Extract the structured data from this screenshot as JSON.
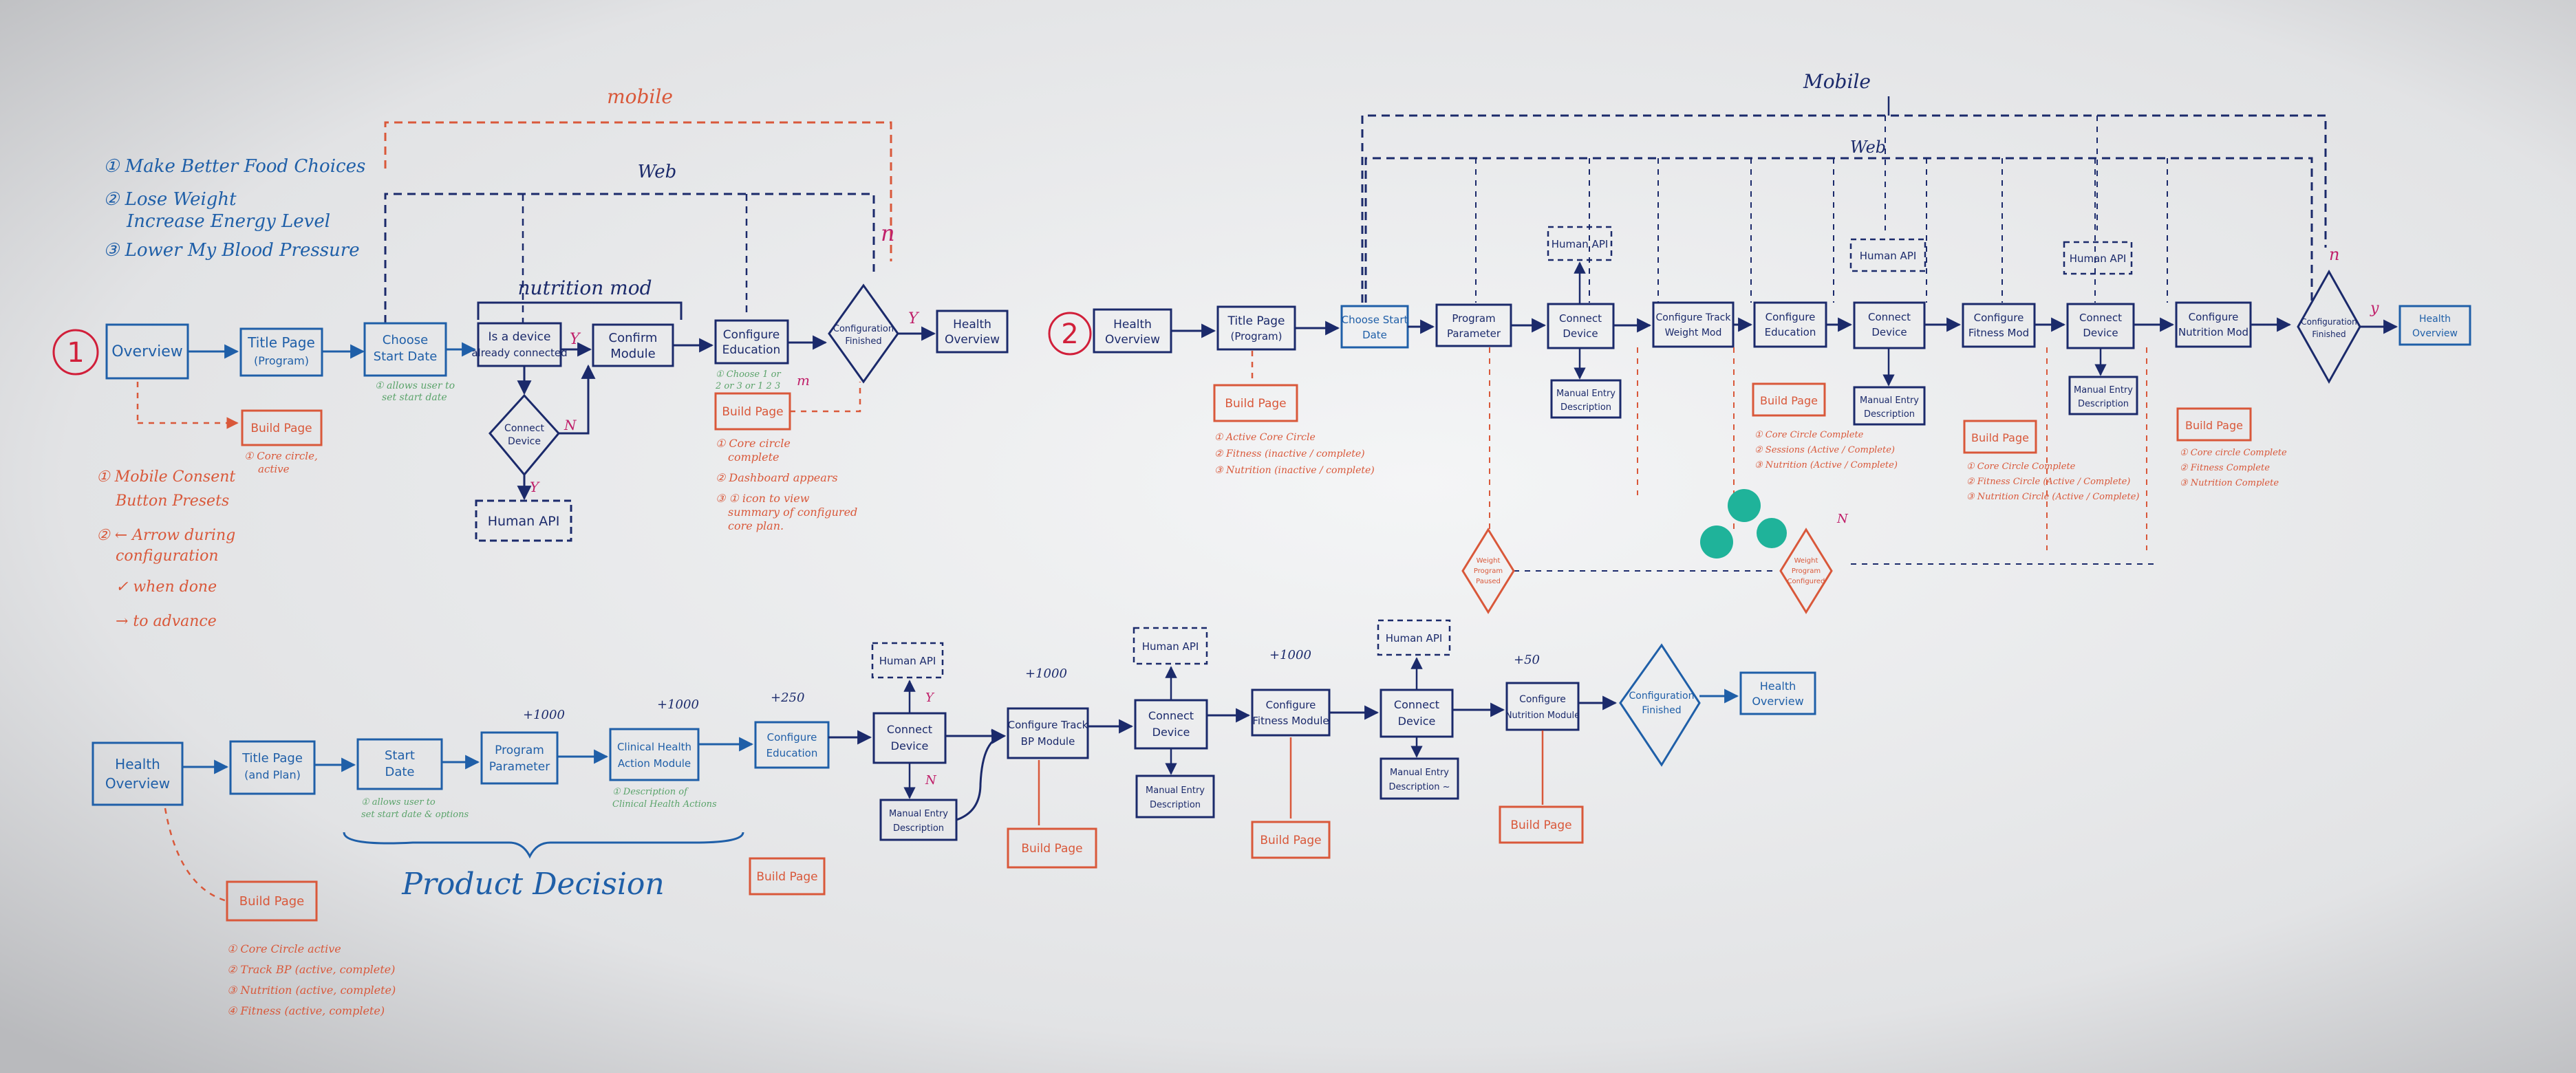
{
  "colors": {
    "blue": "#1f5fa8",
    "navy": "#1b2a6b",
    "red": "#d9583a",
    "magenta": "#c0206a",
    "green": "#5aa36a",
    "teal": "#1fb39a"
  },
  "goals": [
    "① Make Better Food Choices",
    "② Lose Weight",
    "Increase Energy Level",
    "③ Lower My Blood Pressure"
  ],
  "mobile_notes": [
    "① Mobile Consent",
    "Button Presets",
    "② ← Arrow during",
    "configuration",
    "✓ when done",
    "→ to advance"
  ],
  "flow1": {
    "number": "1",
    "mobile_label": "mobile",
    "web_label": "Web",
    "nutrition_label": "nutrition mod",
    "nodes": {
      "overview": "Overview",
      "title": [
        "Title Page",
        "(Program)"
      ],
      "start": [
        "Choose",
        "Start Date"
      ],
      "device_q": [
        "Is a device",
        "already connected"
      ],
      "confirm": [
        "Confirm",
        "Module"
      ],
      "education": [
        "Configure",
        "Education"
      ],
      "finished": [
        "Configuration",
        "Finished"
      ],
      "health": [
        "Health",
        "Overview"
      ],
      "connect": [
        "Connect",
        "Device"
      ],
      "human_api": "Human API"
    },
    "yes": "Y",
    "no": "N",
    "build_page": "Build Page",
    "build_notes": [
      "① Core circle,",
      "active"
    ],
    "start_notes": [
      "① allows user to",
      "set start date"
    ],
    "education_notes": [
      "① Choose 1 or",
      "2 or 3 or 1 2 3"
    ],
    "education_build": [
      "① Core circle",
      "complete",
      "② Dashboard appears",
      "③ ① icon to view",
      "summary of configured",
      "core plan."
    ]
  },
  "flow2": {
    "number": "2",
    "mobile_label": "Mobile",
    "web_label": "Web",
    "nodes": {
      "health": [
        "Health",
        "Overview"
      ],
      "title": [
        "Title Page",
        "(Program)"
      ],
      "start": [
        "Choose Start",
        "Date"
      ],
      "param": [
        "Program",
        "Parameter"
      ],
      "connect1": [
        "Connect",
        "Device"
      ],
      "track": [
        "Configure Track",
        "Weight Mod"
      ],
      "education": [
        "Configure",
        "Education"
      ],
      "connect2": [
        "Connect",
        "Device"
      ],
      "fitness": [
        "Configure",
        "Fitness Mod"
      ],
      "connect3": [
        "Connect",
        "Device"
      ],
      "nutrition": [
        "Configure",
        "Nutrition Mod"
      ],
      "finished": [
        "Configuration",
        "Finished"
      ],
      "end": [
        "Health",
        "Overview"
      ],
      "manual1": [
        "Manual Entry",
        "Description"
      ],
      "manual2": [
        "Manual Entry",
        "Description"
      ],
      "manual3": [
        "Manual Entry",
        "Description"
      ],
      "human_api": "Human API",
      "paused1": [
        "Weight",
        "Program",
        "Paused"
      ],
      "paused2": [
        "Weight",
        "Program",
        "Configured"
      ]
    },
    "build_page": "Build Page",
    "build_notes_title": [
      "① Active Core Circle",
      "② Fitness (inactive / complete)",
      "③ Nutrition (inactive / complete)"
    ],
    "build_notes_edu": [
      "① Core Circle Complete",
      "② Sessions (Active / Complete)",
      "③ Nutrition (Active / Complete)"
    ],
    "build_notes_fit": [
      "① Core Circle Complete",
      "② Fitness Circle (Active / Complete)",
      "③ Nutrition Circle (Active / Complete)"
    ],
    "build_notes_nut": [
      "① Core circle Complete",
      "② Fitness Complete",
      "③ Nutrition Complete"
    ]
  },
  "flow3": {
    "nodes": {
      "health": [
        "Health",
        "Overview"
      ],
      "title": [
        "Title Page",
        "(and Plan)"
      ],
      "start": [
        "Start",
        "Date"
      ],
      "param": [
        "Program",
        "Parameter"
      ],
      "clinical": [
        "Clinical Health",
        "Action Module"
      ],
      "education": [
        "Configure",
        "Education"
      ],
      "connect1": [
        "Connect",
        "Device"
      ],
      "track": [
        "Configure Track",
        "BP Module"
      ],
      "connect2": [
        "Connect",
        "Device"
      ],
      "fitness": [
        "Configure",
        "Fitness Module"
      ],
      "connect3": [
        "Connect",
        "Device"
      ],
      "nutrition": [
        "Configure",
        "Nutrition Module"
      ],
      "finished": [
        "Configuration",
        "Finished"
      ],
      "end": [
        "Health",
        "Overview"
      ],
      "manual1": [
        "Manual Entry",
        "Description"
      ],
      "manual2": [
        "Manual Entry",
        "Description"
      ],
      "manual3": [
        "Manual Entry",
        "Description ~"
      ],
      "human_api": "Human API"
    },
    "points": [
      "+1000",
      "+1000",
      "+250",
      "+1000",
      "+1000",
      "+50"
    ],
    "product_decision": "Product Decision",
    "build_page": "Build Page",
    "build_notes": [
      "① Core Circle active",
      "② Track BP (active, complete)",
      "③ Nutrition (active, complete)",
      "④ Fitness (active, complete)"
    ],
    "start_notes": [
      "① allows user to",
      "set start date & options"
    ],
    "clinical_notes": [
      "① Description of",
      "Clinical Health Actions"
    ]
  }
}
